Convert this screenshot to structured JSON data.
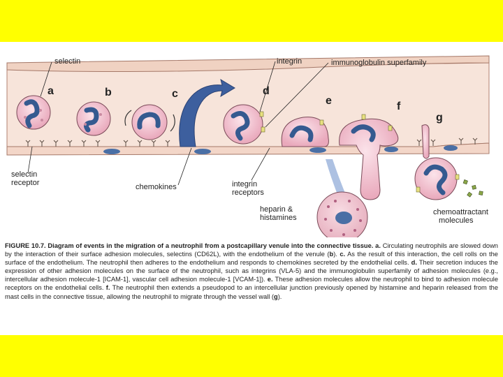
{
  "figure": {
    "labels": {
      "selectin": "selectin",
      "integrin": "integrin",
      "igsf": "immunoglobulin superfamily",
      "selectin_receptor_line1": "selectin",
      "selectin_receptor_line2": "receptor",
      "chemokines": "chemokines",
      "integrin_receptors_line1": "integrin",
      "integrin_receptors_line2": "receptors",
      "heparin_line1": "heparin &",
      "heparin_line2": "histamines",
      "chemoattractant_line1": "chemoattractant",
      "chemoattractant_line2": "molecules"
    },
    "letters": [
      "a",
      "b",
      "c",
      "d",
      "e",
      "f",
      "g"
    ],
    "colors": {
      "slide_background": "#ffff00",
      "vessel_wall": "#f2d9cc",
      "lumen": "#f7e4da",
      "cell_body": "#f4c9d4",
      "nucleus": "#5a7fb5",
      "endothelial_nucleus": "#4a6fa5",
      "arrow": "#3d5f9e"
    }
  },
  "caption": {
    "title": "FIGURE 10.7. Diagram of events in the migration of a neutrophil from a postcapillary venule into the connective tissue.",
    "a_letter": "a.",
    "a_text": " Circulating neutrophils are slowed down by the interaction of their surface adhesion molecules, selectins (CD62L), with the endothelium of the venule (",
    "b_ref": "b",
    "b_close": ").",
    "c_letter": "c.",
    "c_text": " As the result of this interaction, the cell rolls on the surface of the endothelium. The neutrophil then adheres to the endothelium and responds to chemokines secreted by the endothelial cells.",
    "d_letter": "d.",
    "d_text": " Their secretion induces the expression of other adhesion molecules on the surface of the neutrophil, such as integrins (VLA-5) and the immunoglobulin superfamily of adhesion molecules (e.g., intercellular adhesion molecule-1 [ICAM-1], vascular cell adhesion molecule-1 [VCAM-1]).",
    "e_letter": "e.",
    "e_text": " These adhesion molecules allow the neutrophil to bind to adhesion molecule receptors on the endothelial cells.",
    "f_letter": "f.",
    "f_text": " The neutrophil then extends a pseudopod to an intercellular junction previously opened by histamine and heparin released from the mast cells in the connective tissue, allowing the neutrophil to migrate through the vessel wall (",
    "g_ref": "g",
    "g_close": ")."
  }
}
